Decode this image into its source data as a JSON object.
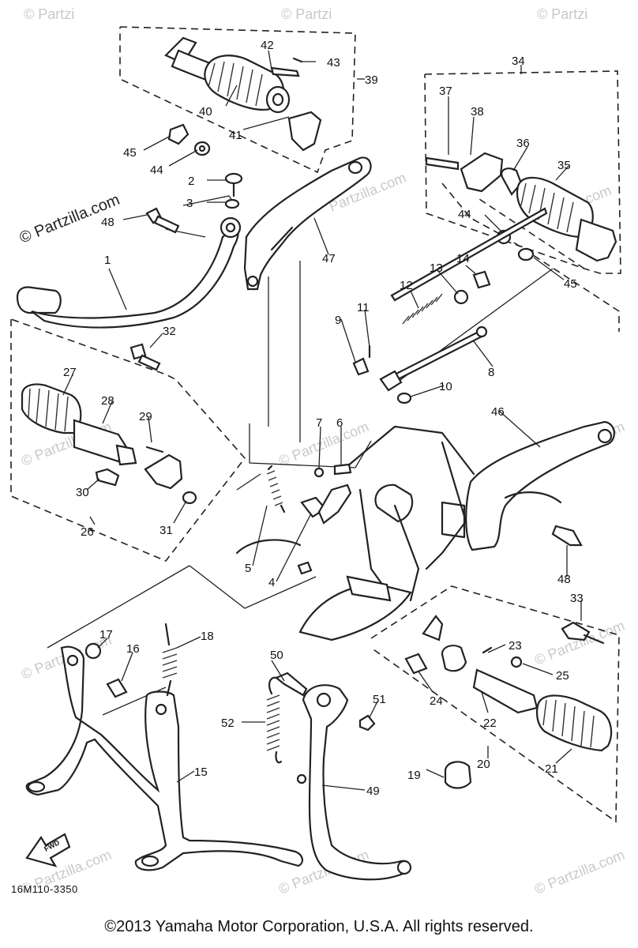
{
  "watermark": {
    "text": "© Partzilla.com",
    "text_short": "© Partzi",
    "text_mid": "Partzilla.com",
    "color": "#c9c9c9"
  },
  "drawing_code": "16M110-3350",
  "copyright": "©2013  Yamaha Motor Corporation, U.S.A. All rights reserved.",
  "fwd_label": "FWD",
  "callouts": [
    "1",
    "2",
    "3",
    "4",
    "4",
    "5",
    "6",
    "7",
    "8",
    "9",
    "10",
    "11",
    "12",
    "13",
    "14",
    "15",
    "16",
    "17",
    "18",
    "19",
    "20",
    "21",
    "22",
    "23",
    "24",
    "25",
    "26",
    "27",
    "28",
    "29",
    "30",
    "31",
    "32",
    "33",
    "34",
    "35",
    "36",
    "37",
    "38",
    "39",
    "40",
    "41",
    "42",
    "43",
    "44",
    "44",
    "45",
    "45",
    "46",
    "47",
    "48",
    "48",
    "49",
    "50",
    "51",
    "52"
  ]
}
